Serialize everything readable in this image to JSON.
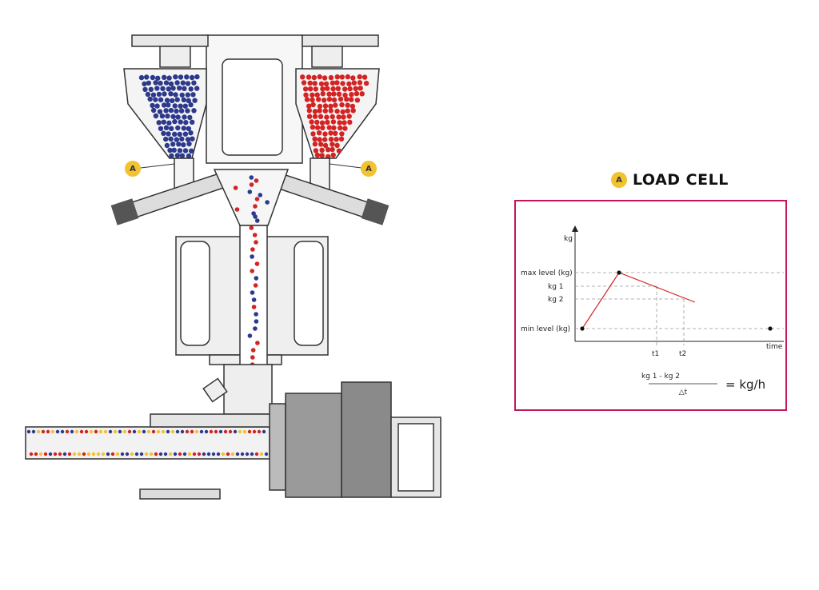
{
  "callouts": {
    "left": "A",
    "right": "A"
  },
  "legend": {
    "badge": "A",
    "title": "LOAD CELL"
  },
  "materials": {
    "blue": "#2d3a8c",
    "red": "#d42323",
    "yellow": "#f2c230"
  },
  "chart_data": {
    "type": "line",
    "ylabel": "kg",
    "xlabel": "time",
    "y_ticks": [
      "max level (kg)",
      "kg 1",
      "kg 2",
      "min level (kg)"
    ],
    "x_ticks": [
      "t1",
      "t2"
    ],
    "points": [
      {
        "x": 0,
        "y": "min level (kg)"
      },
      {
        "x": 0.28,
        "y": "max level (kg)"
      },
      {
        "x": 0.62,
        "y": "kg 2"
      }
    ],
    "end_marker": {
      "y": "min level (kg)"
    },
    "line_color": "#d42323",
    "grid_style": "dashed"
  },
  "formula": {
    "numerator": "kg 1 - kg 2",
    "denominator": "△t",
    "result": "= kg/h"
  }
}
